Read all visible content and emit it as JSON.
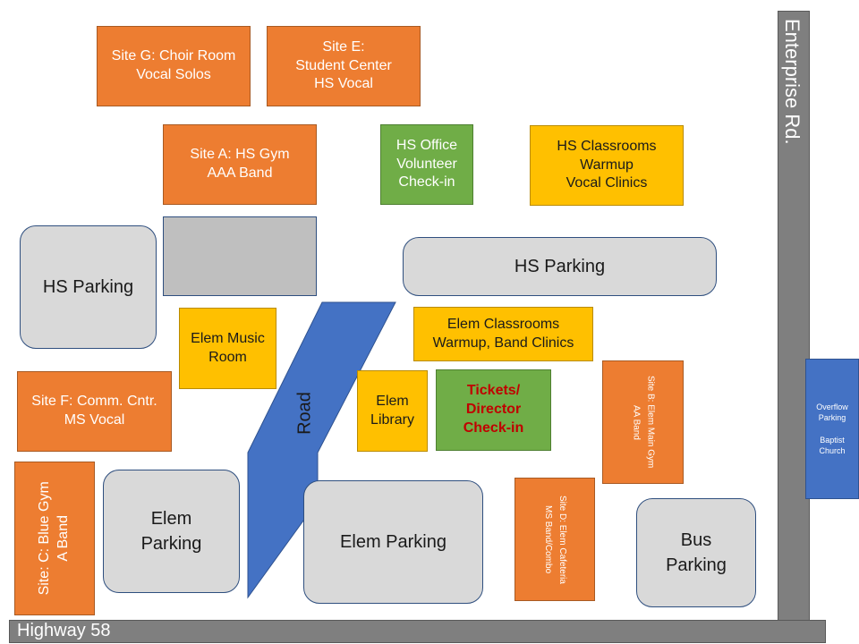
{
  "roads": {
    "enterprise": "Enterprise Rd.",
    "highway": "Highway 58",
    "road": "Road"
  },
  "sites": {
    "site_g": "Site G:  Choir Room\nVocal Solos",
    "site_e": "Site E:\nStudent Center\nHS Vocal",
    "site_a": "Site A: HS Gym\nAAA Band",
    "site_f": "Site F: Comm. Cntr.\nMS Vocal",
    "site_c": "Site: C: Blue Gym\nA Band",
    "site_b": "Site B: Elem Main Gym\nAA Band",
    "site_d": "Site D: Elem  Cafeteria\nMS Band/Combo"
  },
  "buildings": {
    "hs_office": "HS Office\nVolunteer\nCheck-in",
    "hs_classrooms": "HS Classrooms\nWarmup\nVocal Clinics",
    "elem_music": "Elem Music\nRoom",
    "elem_classrooms": "Elem Classrooms\nWarmup, Band Clinics",
    "elem_library": "Elem\nLibrary",
    "tickets": "Tickets/\nDirector\nCheck-in",
    "overflow": "Overflow\nParking\n\nBaptist\nChurch"
  },
  "parking": {
    "hs_left": "HS Parking",
    "hs_right": "HS Parking",
    "elem_left": "Elem\nParking",
    "elem_center": "Elem Parking",
    "bus": "Bus\nParking"
  },
  "colors": {
    "site": "#ed7d31",
    "office": "#70ad47",
    "classroom": "#ffc000",
    "parking": "#d9d9d9",
    "road": "#4472c4",
    "street": "#7f7f7f",
    "tickets_text": "#c00000"
  }
}
